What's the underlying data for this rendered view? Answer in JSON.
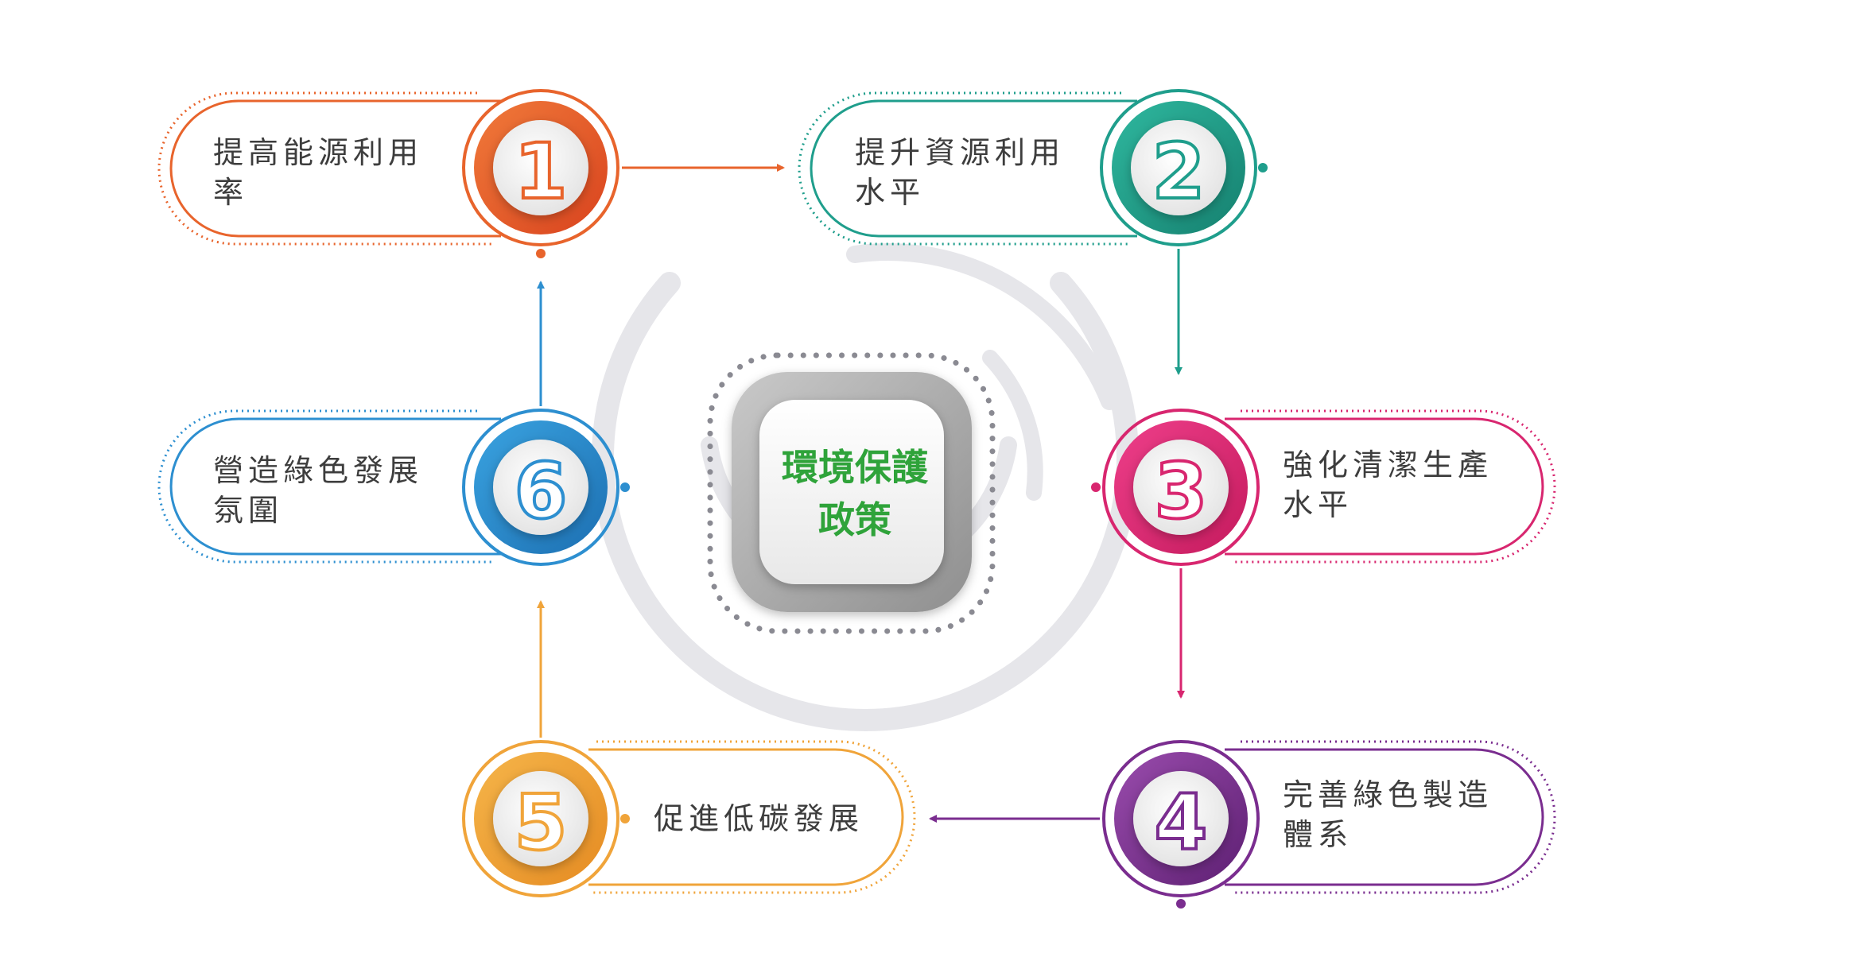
{
  "center": {
    "line1": "環境保護",
    "line2": "政策",
    "text_color": "#2fa33a"
  },
  "steps": [
    {
      "number": "1",
      "line1": "提高能源利用",
      "line2": "率",
      "color": "#e8642c"
    },
    {
      "number": "2",
      "line1": "提升資源利用",
      "line2": "水平",
      "color": "#1f9e8c"
    },
    {
      "number": "3",
      "line1": "強化清潔生產",
      "line2": "水平",
      "color": "#d8266f"
    },
    {
      "number": "4",
      "line1": "完善綠色製造",
      "line2": "體系",
      "color": "#7a2d8f"
    },
    {
      "number": "5",
      "line1": "促進低碳發展",
      "line2": "",
      "color": "#f0a43a"
    },
    {
      "number": "6",
      "line1": "營造綠色發展",
      "line2": "氛圍",
      "color": "#2d8fd0"
    }
  ]
}
